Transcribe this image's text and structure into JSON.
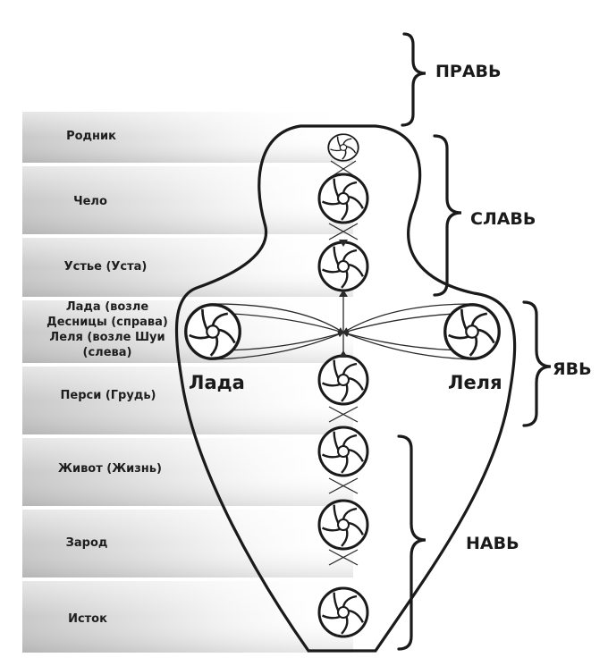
{
  "chakras": {
    "rodnik": "Родник",
    "chelo": "Чело",
    "ustye": "Устье (Уста)",
    "lada_lelya": "Лада (возле Десницы (справа) Леля (возле Шуи (слева)",
    "lada_lelya_lines": [
      "Лада (возле",
      "Десницы (справа)",
      "Леля (возле Шуи",
      "(слева)"
    ],
    "persi": "Перси (Грудь)",
    "zhivot": "Живот (Жизнь)",
    "zarod": "Зарод",
    "istok": "Исток"
  },
  "realms": {
    "prav": "ПРАВЬ",
    "slav": "СЛАВЬ",
    "yav": "ЯВЬ",
    "nav": "НАВЬ"
  },
  "deities": {
    "lada": "Лада",
    "lelya": "Леля"
  },
  "colors": {
    "ink": "#1a1a1a",
    "band_light": "#f2f2f2",
    "band_dark": "#c4c4c4"
  }
}
